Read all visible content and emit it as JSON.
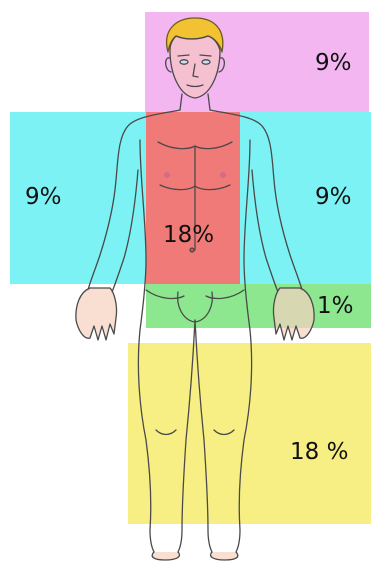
{
  "regions": {
    "head": {
      "label": "9%",
      "color": "#f3b6f1"
    },
    "left_arm": {
      "label": "9%",
      "color": "#7cf2f4"
    },
    "right_arm": {
      "label": "9%",
      "color": "#7cf2f4"
    },
    "torso": {
      "label": "18%",
      "color": "#f07a78"
    },
    "genital": {
      "label": "1%",
      "color": "#8de78f"
    },
    "legs": {
      "label": "18 %",
      "color": "#f7ef84"
    }
  }
}
